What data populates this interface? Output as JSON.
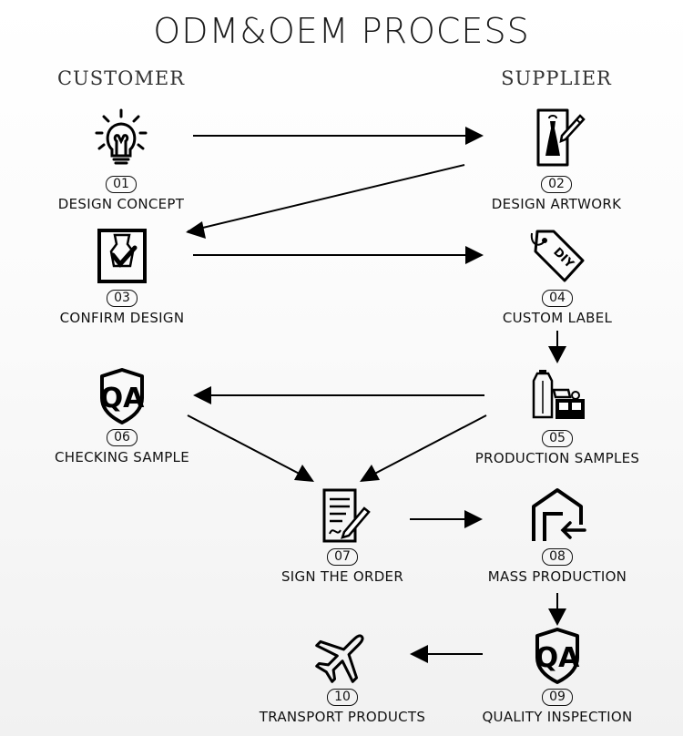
{
  "title": "ODM&OEM PROCESS",
  "columns": {
    "left": "CUSTOMER",
    "right": "SUPPLIER"
  },
  "steps": [
    {
      "num": "01",
      "label": "DESIGN CONCEPT",
      "icon": "lightbulb-icon"
    },
    {
      "num": "02",
      "label": "DESIGN ARTWORK",
      "icon": "dress-sketch-icon"
    },
    {
      "num": "03",
      "label": "CONFIRM DESIGN",
      "icon": "dress-checkmark-icon"
    },
    {
      "num": "04",
      "label": "CUSTOM LABEL",
      "icon": "diy-tag-icon"
    },
    {
      "num": "05",
      "label": "PRODUCTION SAMPLES",
      "icon": "sewing-samples-icon"
    },
    {
      "num": "06",
      "label": "CHECKING SAMPLE",
      "icon": "qa-shield-icon"
    },
    {
      "num": "07",
      "label": "SIGN THE ORDER",
      "icon": "signed-document-icon"
    },
    {
      "num": "08",
      "label": "MASS PRODUCTION",
      "icon": "warehouse-icon"
    },
    {
      "num": "09",
      "label": "QUALITY INSPECTION",
      "icon": "qa-shield-icon"
    },
    {
      "num": "10",
      "label": "TRANSPORT PRODUCTS",
      "icon": "airplane-icon"
    }
  ]
}
